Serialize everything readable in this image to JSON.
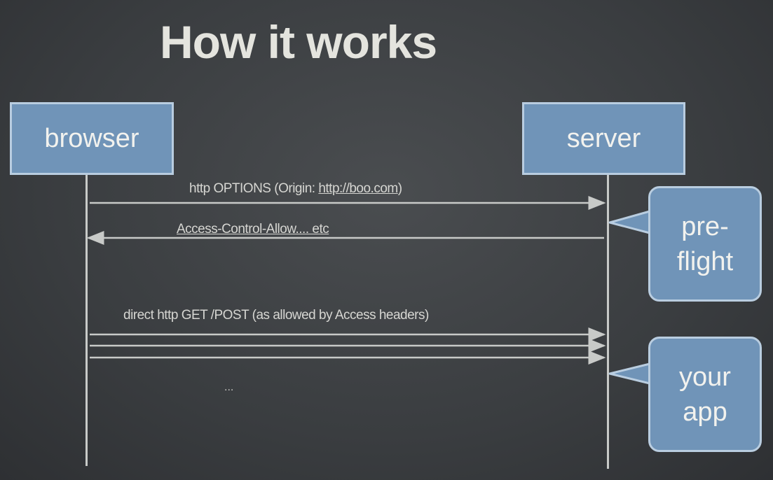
{
  "title": "How it works",
  "actors": {
    "browser": "browser",
    "server": "server"
  },
  "messages": {
    "options": "http OPTIONS (Origin: ",
    "options_url": "http://boo.com",
    "options_close": ")",
    "allow": "Access-Control-Allow.... etc",
    "direct": "direct http GET /POST (as allowed by Access headers)",
    "ellipsis": "..."
  },
  "bubbles": {
    "preflight": "pre-flight",
    "app": "your app"
  },
  "colors": {
    "actor_fill": "#7094b8",
    "actor_border": "#b9cde0",
    "line": "#c8cac8"
  }
}
